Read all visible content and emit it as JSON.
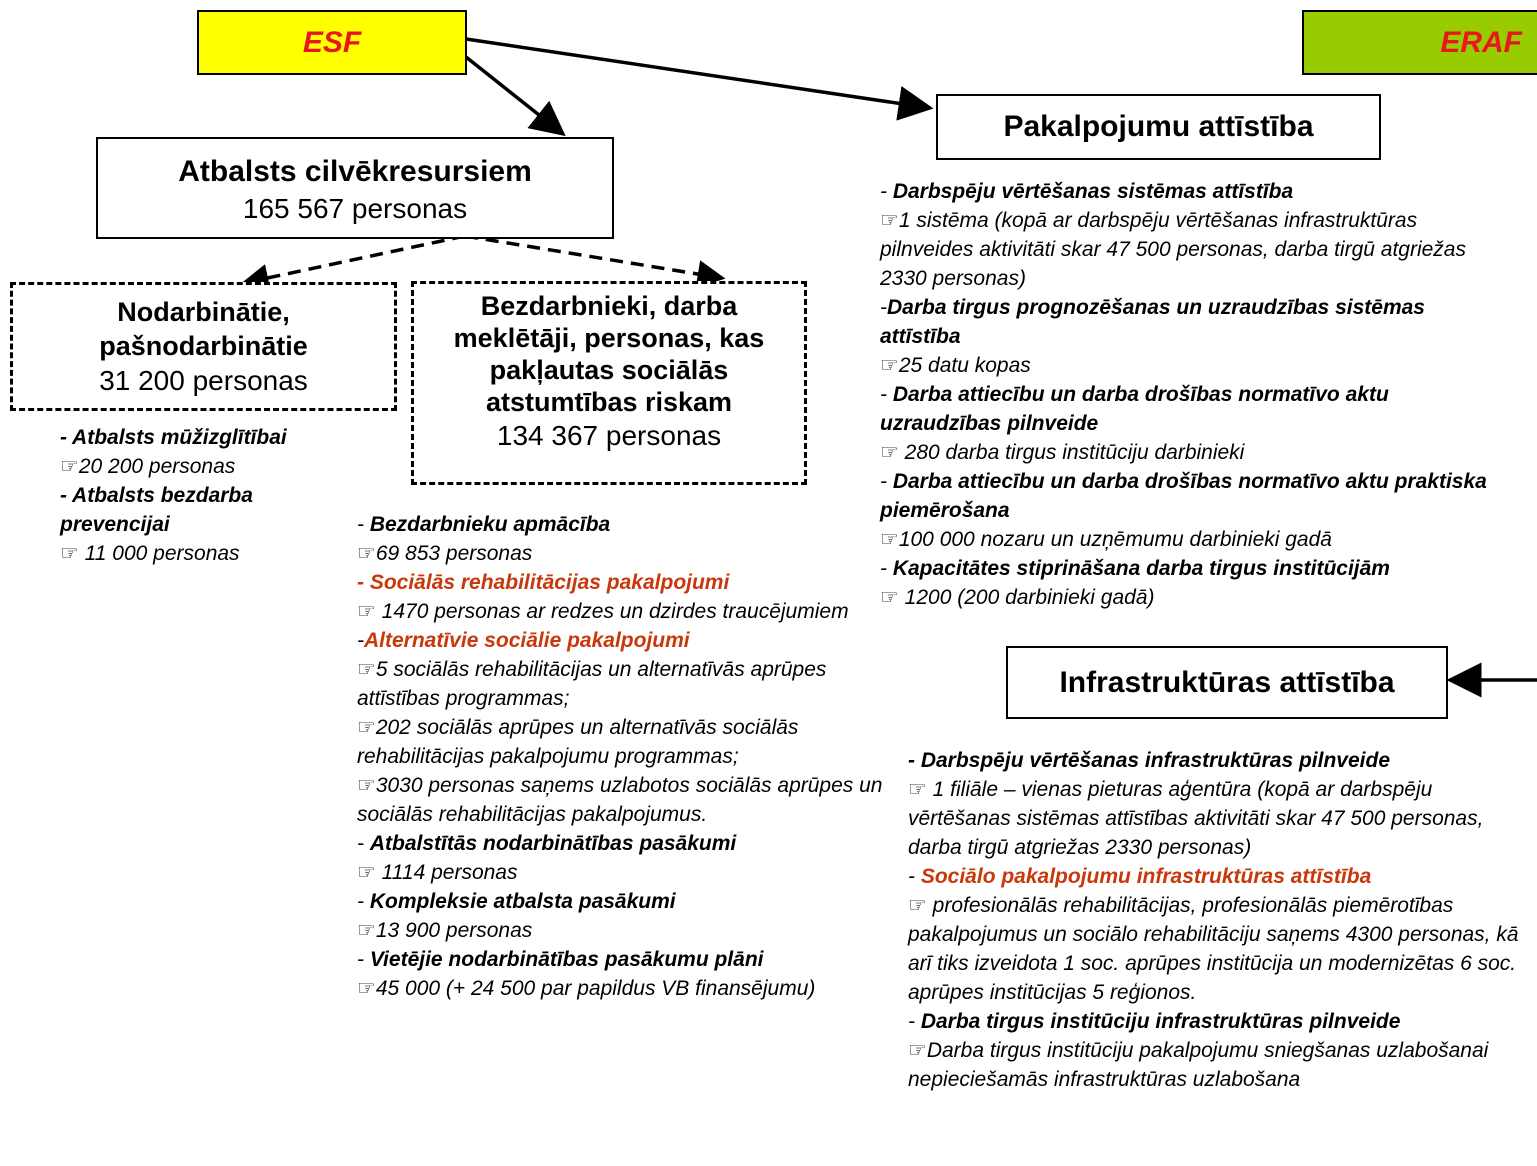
{
  "funds": {
    "esf": "ESF",
    "erdf": "ERAF",
    "esf_color": "#ffff00",
    "erdf_color": "#99cc00"
  },
  "human": {
    "title": "Atbalsts cilvēkresursiem",
    "count": "165 567 personas"
  },
  "employed": {
    "title": "Nodarbinātie, pašnodarbinātie",
    "count": "31 200 personas",
    "items": [
      {
        "label": "- Atbalsts mūžizglītībai",
        "value": "☞20 200 personas"
      },
      {
        "label": "- Atbalsts bezdarba prevencijai",
        "value": "☞ 11 000 personas"
      }
    ]
  },
  "unemployed": {
    "title": "Bezdarbnieki, darba meklētāji, personas, kas pakļautas sociālās atstumtības riskam",
    "count": "134 367 personas",
    "lines": [
      {
        "pre": "- ",
        "bold": "Bezdarbnieku apmācība",
        "style": "bold"
      },
      {
        "text": "☞69 853 personas"
      },
      {
        "pre": "",
        "bold": "- Sociālās rehabilitācijas pakalpojumi",
        "style": "red"
      },
      {
        "text": "☞ 1470 personas ar redzes un dzirdes traucējumiem"
      },
      {
        "pre": "-",
        "bold": "Alternatīvie sociālie pakalpojumi",
        "style": "red"
      },
      {
        "text": "☞5 sociālās rehabilitācijas un alternatīvās aprūpes attīstības programmas;"
      },
      {
        "text": "☞202 sociālās aprūpes un alternatīvās sociālās rehabilitācijas pakalpojumu programmas;"
      },
      {
        "text": "☞3030 personas saņems uzlabotos sociālās aprūpes un sociālās rehabilitācijas pakalpojumus."
      },
      {
        "pre": "- ",
        "bold": "Atbalstītās nodarbinātības pasākumi",
        "style": "bold"
      },
      {
        "text": "☞ 1114 personas"
      },
      {
        "pre": "- ",
        "bold": "Kompleksie atbalsta pasākumi",
        "style": "bold"
      },
      {
        "text": "☞13 900 personas"
      },
      {
        "pre": "- ",
        "bold": "Vietējie nodarbinātības pasākumu plāni",
        "style": "bold"
      },
      {
        "text": "☞45 000 (+ 24 500 par papildus VB finansējumu)"
      }
    ]
  },
  "services": {
    "title": "Pakalpojumu attīstība",
    "lines": [
      {
        "pre": "- ",
        "bold": "Darbspēju vērtēšanas sistēmas attīstība",
        "style": "bold"
      },
      {
        "text": "☞1 sistēma (kopā ar darbspēju vērtēšanas infrastruktūras pilnveides aktivitāti skar 47 500 personas, darba tirgū atgriežas 2330 personas)"
      },
      {
        "pre": "-",
        "bold": "Darba tirgus prognozēšanas un uzraudzības sistēmas attīstība",
        "style": "bold"
      },
      {
        "text": "☞25 datu kopas"
      },
      {
        "pre": "- ",
        "bold": "Darba attiecību un darba drošības normatīvo aktu uzraudzības pilnveide",
        "style": "bold"
      },
      {
        "text": "☞ 280 darba tirgus institūciju darbinieki"
      },
      {
        "pre": "- ",
        "bold": "Darba attiecību un darba drošības normatīvo aktu praktiska piemērošana",
        "style": "bold"
      },
      {
        "text": "☞100 000 nozaru un uzņēmumu darbinieki gadā"
      },
      {
        "pre": "- ",
        "bold": "Kapacitātes stiprināšana darba tirgus institūcijām",
        "style": "bold"
      },
      {
        "text": "☞ 1200 (200 darbinieki gadā)"
      }
    ]
  },
  "infra": {
    "title": "Infrastruktūras attīstība",
    "lines": [
      {
        "pre": "",
        "bold": "- Darbspēju vērtēšanas infrastruktūras pilnveide",
        "style": "bold"
      },
      {
        "text": "☞ 1 filiāle – vienas pieturas aģentūra (kopā ar darbspēju vērtēšanas sistēmas attīstības aktivitāti skar 47 500 personas, darba tirgū atgriežas 2330 personas)"
      },
      {
        "pre": "-  ",
        "bold": "Sociālo pakalpojumu infrastruktūras attīstība",
        "style": "red"
      },
      {
        "text": "☞ profesionālās rehabilitācijas, profesionālās piemērotības pakalpojumus un sociālo rehabilitāciju saņems 4300 personas, kā arī tiks izveidota 1 soc. aprūpes institūcija un modernizētas 6 soc. aprūpes institūcijas 5 reģionos."
      },
      {
        "pre": "- ",
        "bold": "Darba tirgus institūciju infrastruktūras pilnveide",
        "style": "bold"
      },
      {
        "text": "☞Darba tirgus institūciju pakalpojumu sniegšanas uzlabošanai nepieciešamās infrastruktūras uzlabošana"
      }
    ]
  }
}
